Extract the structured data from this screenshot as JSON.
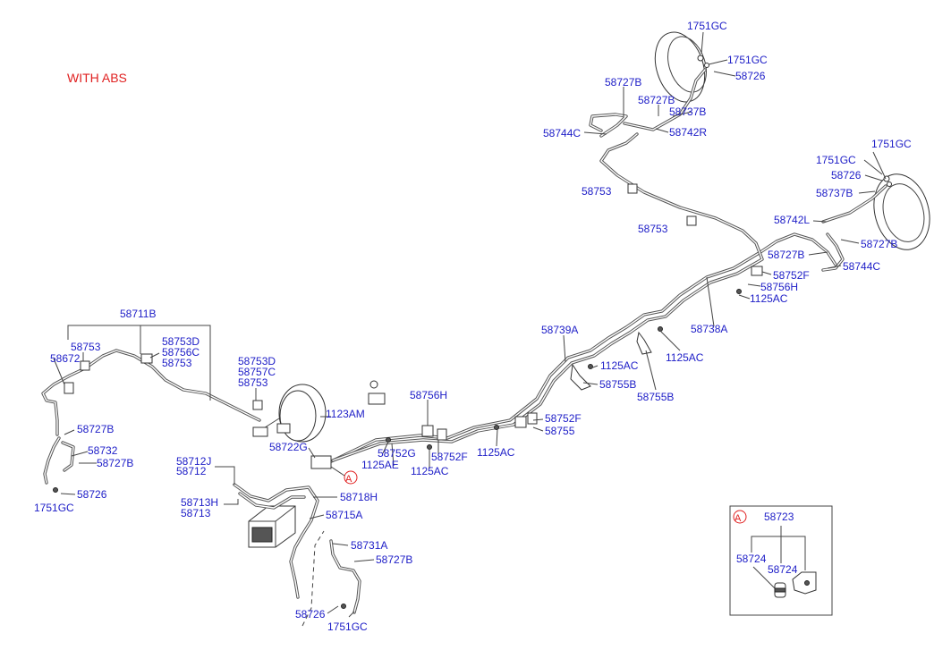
{
  "caption": "WITH ABS",
  "detail": {
    "marker": "A",
    "title": "58723",
    "left": "58724",
    "right": "58724"
  },
  "ref_marker": "A",
  "labels": [
    "1751GC",
    "1751GC",
    "58726",
    "58727B",
    "58727B",
    "58737B",
    "58744C",
    "58742R",
    "1751GC",
    "1751GC",
    "58726",
    "58737B",
    "58753",
    "58753",
    "58742L",
    "58727B",
    "58727B",
    "58744C",
    "58752F",
    "58756H",
    "1125AC",
    "58738A",
    "58739A",
    "1125AC",
    "1125AC",
    "58755B",
    "58755B",
    "58711B",
    "58753",
    "58672",
    "58753D",
    "58756C",
    "58753",
    "58753D",
    "58757C",
    "58753",
    "1123AM",
    "58756H",
    "58752F",
    "58755",
    "58727B",
    "58732",
    "58727B",
    "58726",
    "1751GC",
    "58722G",
    "58752G",
    "58752F",
    "1125AE",
    "1125AC",
    "1125AC",
    "58712J",
    "58712",
    "58713H",
    "58713",
    "58718H",
    "58715A",
    "58731A",
    "58727B",
    "58726",
    "1751GC"
  ]
}
